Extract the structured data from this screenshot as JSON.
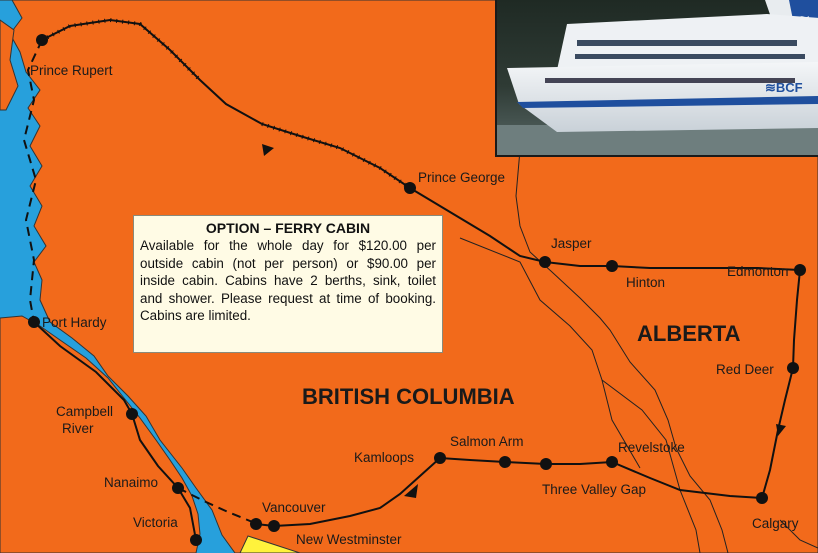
{
  "callout": {
    "title": "OPTION – FERRY CABIN",
    "body": "Available for the whole day for $120.00 per outside cabin (not per person) or $90.00 per inside cabin. Cabins have 2 berths, sink, toilet and shower. Please request at time of booking. Cabins are limited."
  },
  "regions": {
    "bc": "BRITISH COLUMBIA",
    "alberta": "ALBERTA"
  },
  "cities": {
    "prince_rupert": "Prince Rupert",
    "prince_george": "Prince George",
    "jasper": "Jasper",
    "hinton": "Hinton",
    "edmonton": "Edmonton",
    "red_deer": "Red Deer",
    "calgary": "Calgary",
    "port_hardy": "Port Hardy",
    "campbell_river_1": "Campbell",
    "campbell_river_2": "River",
    "nanaimo": "Nanaimo",
    "victoria": "Victoria",
    "vancouver": "Vancouver",
    "new_westminster": "New Westminster",
    "kamloops": "Kamloops",
    "salmon_arm": "Salmon Arm",
    "revelstoke": "Revelstoke",
    "three_valley_gap": "Three Valley Gap"
  },
  "colors": {
    "land": "#f26a1b",
    "water": "#27a0dc",
    "usa": "#fff23c",
    "route": "#111111",
    "callout_bg": "#fffbe5"
  },
  "photo": {
    "logo_text": "≋BCF"
  }
}
